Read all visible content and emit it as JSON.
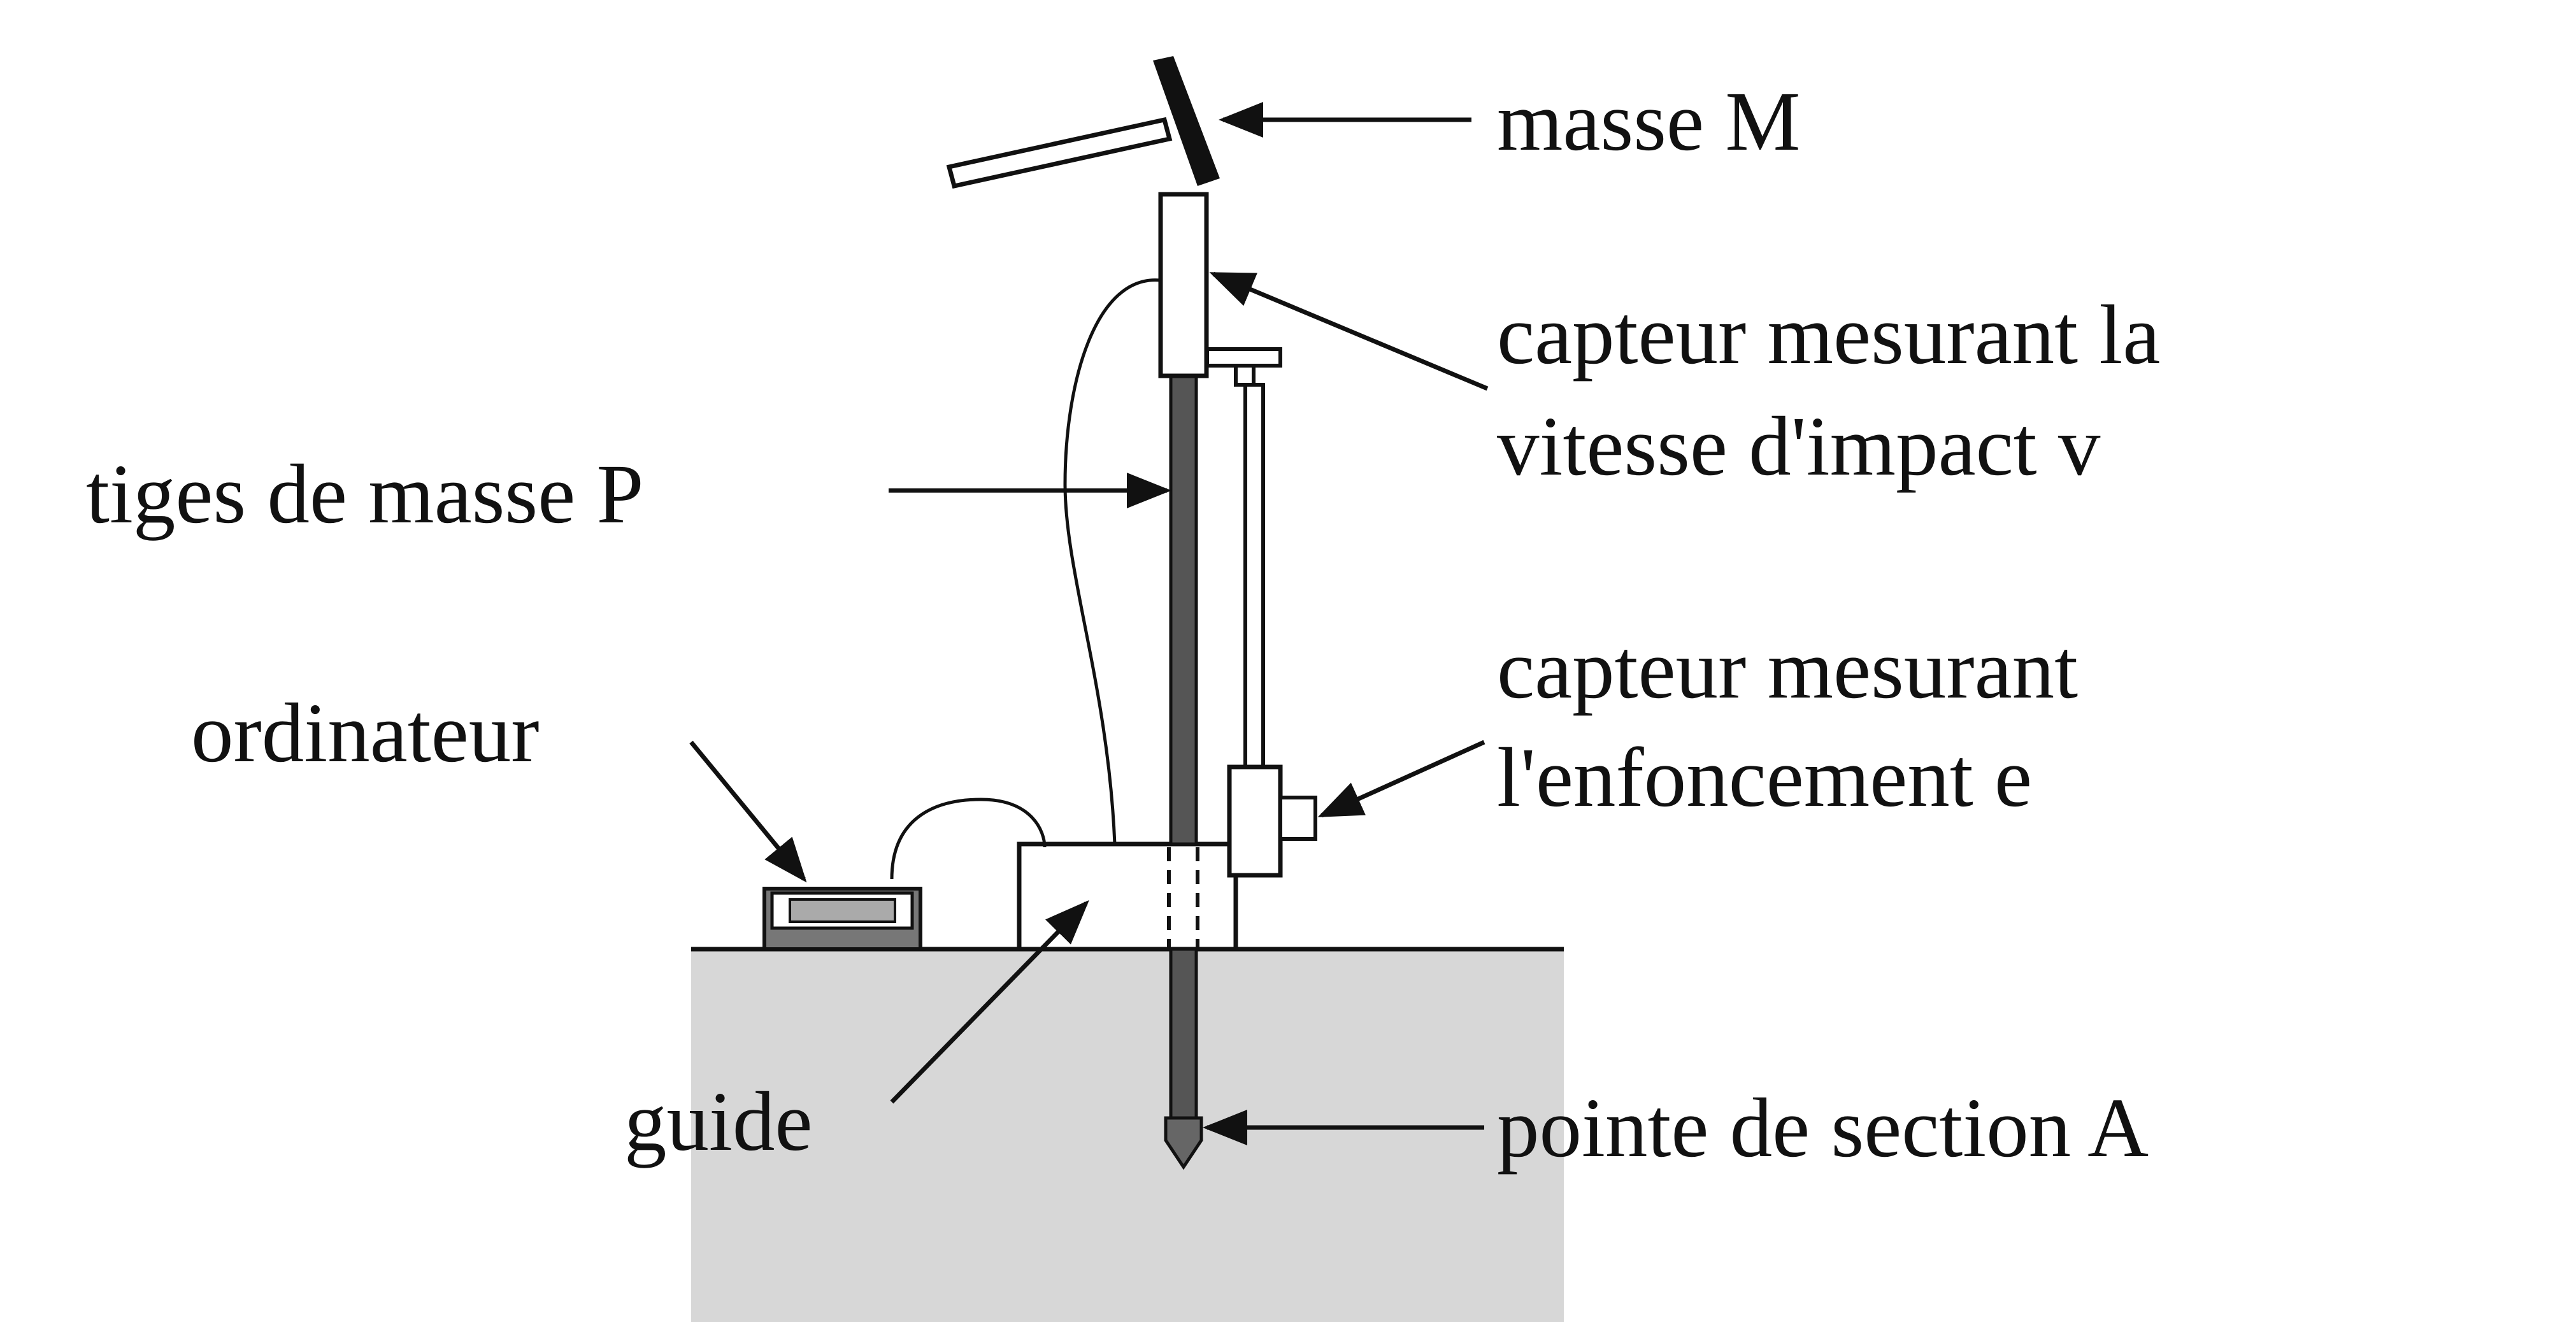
{
  "labels": {
    "masse_M": "masse M",
    "capteur_vitesse_line1": "capteur mesurant la",
    "capteur_vitesse_line2": "vitesse d'impact v",
    "tiges": "tiges de masse P",
    "capteur_enfoncement_line1": "capteur mesurant",
    "capteur_enfoncement_line2": "l'enfoncement e",
    "ordinateur": "ordinateur",
    "guide": "guide",
    "pointe": "pointe de section A"
  },
  "colors": {
    "ground_fill": "#d7d7d7",
    "ink": "#111111",
    "background": "#ffffff"
  }
}
